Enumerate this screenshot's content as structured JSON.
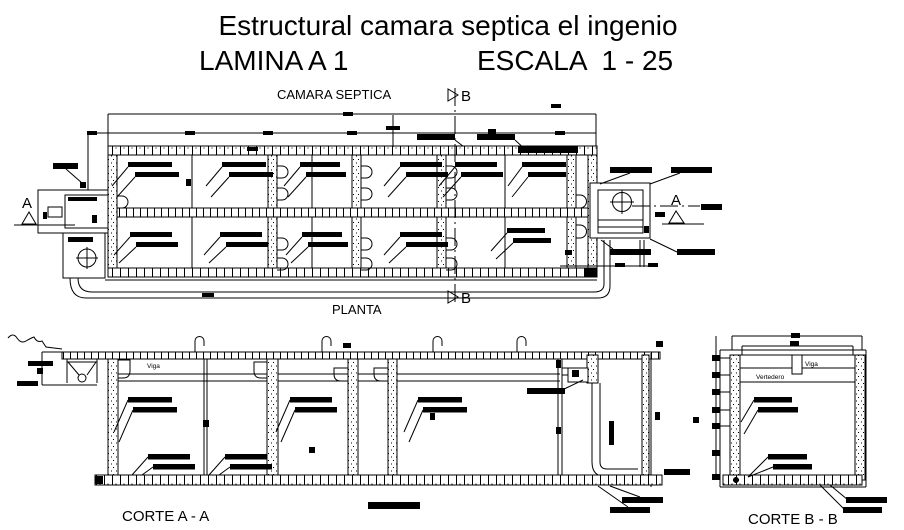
{
  "title": {
    "main": "Estructural camara septica el ingenio",
    "sheet": "LAMINA A 1",
    "scale": "ESCALA  1 - 25"
  },
  "plan": {
    "heading": "CAMARA SEPTICA",
    "caption": "PLANTA",
    "marker_a": "A",
    "marker_b": "B"
  },
  "sections": {
    "a": {
      "caption": "CORTE A - A",
      "viga": "Viga"
    },
    "b": {
      "caption": "CORTE B - B",
      "viga": "Viga",
      "vertedero": "Vertedero"
    }
  },
  "colors": {
    "ink": "#000000",
    "marker": "#4a5a8c",
    "background": "#ffffff"
  }
}
